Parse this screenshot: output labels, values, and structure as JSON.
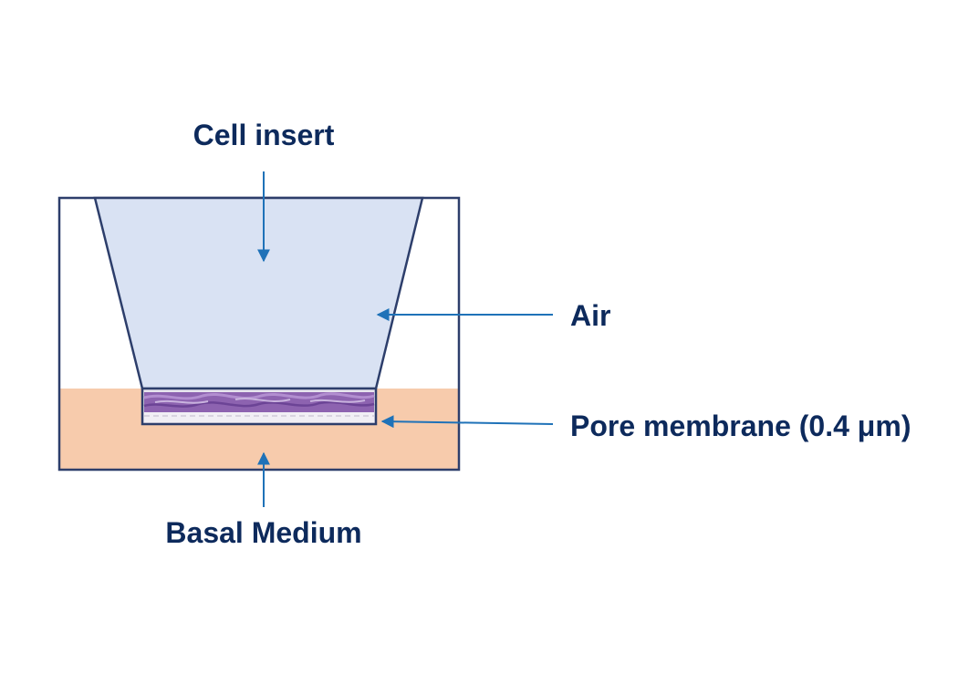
{
  "labels": {
    "cell_insert": "Cell insert",
    "air": "Air",
    "pore_membrane": "Pore membrane (0.4 μm)",
    "basal_medium": "Basal Medium"
  },
  "colors": {
    "label_text": "#0d2a5c",
    "arrow": "#1f72b8",
    "outline": "#2d3e6b",
    "air_fill": "#d9e2f3",
    "medium_fill": "#f7cbac",
    "cell_layer": "#8d63b0",
    "membrane": "#e6e4ee"
  }
}
